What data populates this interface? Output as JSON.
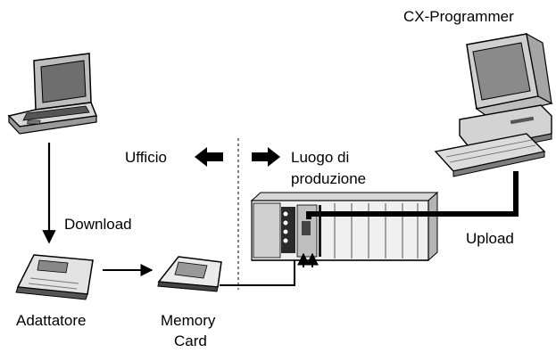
{
  "labels": {
    "cx_programmer": "CX-Programmer",
    "ufficio": "Ufficio",
    "luogo_line1": "Luogo di",
    "luogo_line2": "produzione",
    "download": "Download",
    "upload": "Upload",
    "adattatore": "Adattatore",
    "memory_line1": "Memory",
    "memory_line2": "Card"
  }
}
